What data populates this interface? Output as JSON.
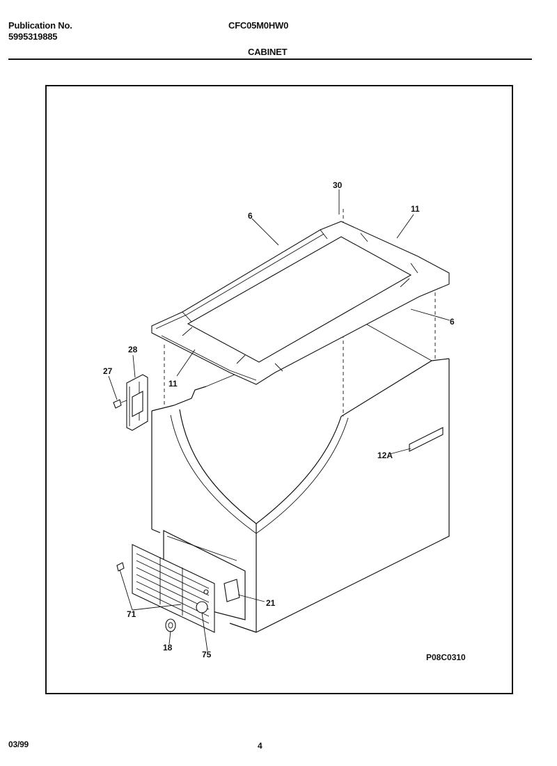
{
  "header": {
    "publication_label": "Publication No.",
    "publication_number": "5995319885",
    "model": "CFC05M0HW0",
    "section": "CABINET"
  },
  "footer": {
    "date": "03/99",
    "page": "4"
  },
  "diagram": {
    "drawing_code": "P08C0310",
    "callouts": [
      "30",
      "11",
      "6",
      "6",
      "11",
      "28",
      "27",
      "12A",
      "21",
      "71",
      "18",
      "75"
    ]
  }
}
